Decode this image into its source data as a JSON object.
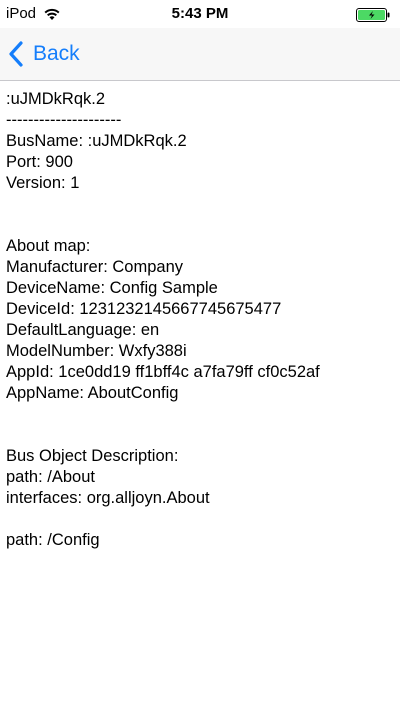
{
  "status_bar": {
    "carrier": "iPod",
    "time": "5:43 PM",
    "battery_color": "#4cd964"
  },
  "nav_bar": {
    "back_label": "Back",
    "tint_color": "#157efb"
  },
  "details": {
    "lines": [
      ":uJMDkRqk.2",
      "---------------------",
      "BusName: :uJMDkRqk.2",
      "Port: 900",
      "Version: 1",
      "",
      "",
      "About map:",
      "Manufacturer: Company",
      "DeviceName: Config Sample",
      "DeviceId: 1231232145667745675477",
      "DefaultLanguage: en",
      "ModelNumber: Wxfy388i",
      "AppId: 1ce0dd19 ff1bff4c a7fa79ff cf0c52af",
      "AppName: AboutConfig",
      "",
      "",
      "Bus Object Description:",
      "path: /About",
      "interfaces: org.alljoyn.About",
      "",
      "path: /Config"
    ]
  }
}
